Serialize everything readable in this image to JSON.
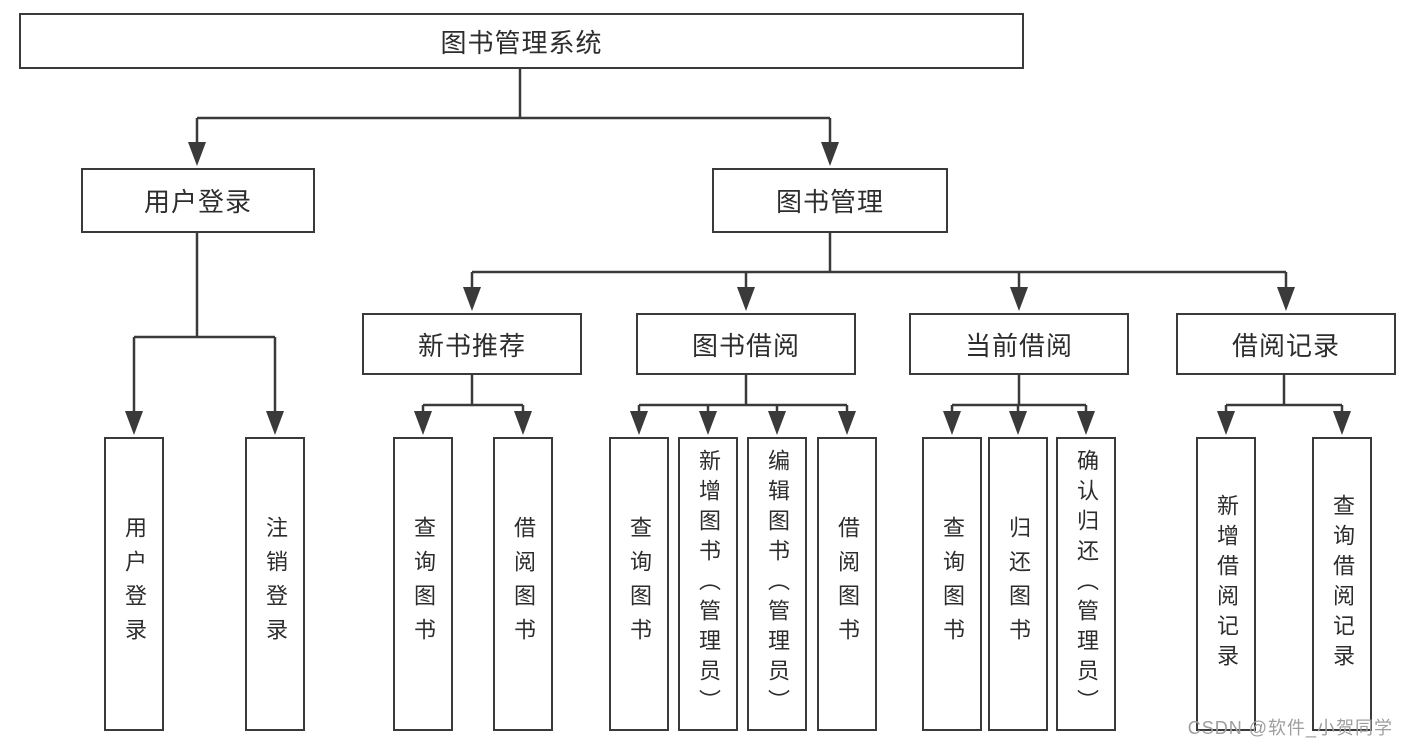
{
  "tree": {
    "root": {
      "label": "图书管理系统"
    },
    "branches": {
      "user_login": {
        "label": "用户登录",
        "children": {
          "login": {
            "label": "用户登录"
          },
          "logout": {
            "label": "注销登录"
          }
        }
      },
      "book_mgmt": {
        "label": "图书管理",
        "children": {
          "new_books": {
            "label": "新书推荐",
            "children": {
              "query": {
                "label": "查询图书"
              },
              "borrow": {
                "label": "借阅图书"
              }
            }
          },
          "borrowing": {
            "label": "图书借阅",
            "children": {
              "query": {
                "label": "查询图书"
              },
              "add": {
                "label": "新增图书（管理员）"
              },
              "edit": {
                "label": "编辑图书（管理员）"
              },
              "borrow": {
                "label": "借阅图书"
              }
            }
          },
          "current": {
            "label": "当前借阅",
            "children": {
              "query": {
                "label": "查询图书"
              },
              "return": {
                "label": "归还图书"
              },
              "confirm": {
                "label": "确认归还（管理员）"
              }
            }
          },
          "records": {
            "label": "借阅记录",
            "children": {
              "add": {
                "label": "新增借阅记录"
              },
              "query": {
                "label": "查询借阅记录"
              }
            }
          }
        }
      }
    }
  },
  "watermark": {
    "text": "CSDN @软件_小贺同学"
  },
  "colors": {
    "line": "#3a3a3a",
    "text": "#2d2d2d",
    "box-bg": "#ffffff",
    "page-bg": "#ffffff",
    "watermark": "#9e9e9e"
  }
}
